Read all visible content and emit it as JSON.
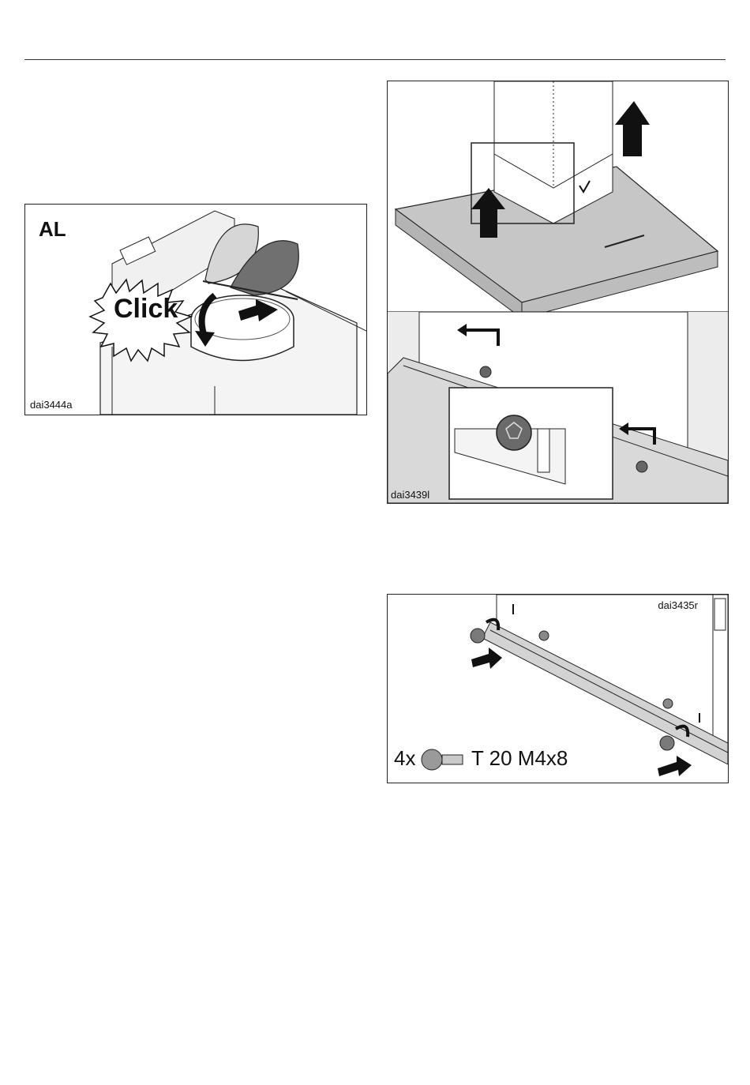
{
  "figures": {
    "al": {
      "corner_label": "AL",
      "click_text": "Click",
      "code": "dai3444a"
    },
    "lift": {
      "code": "dai3439l"
    },
    "screws": {
      "code": "dai3435r",
      "qty": "4x",
      "spec": "T 20 M4x8"
    }
  },
  "colors": {
    "panel_gray": "#c6c6c6",
    "dark_gray": "#6e6e6e",
    "line": "#222222"
  }
}
